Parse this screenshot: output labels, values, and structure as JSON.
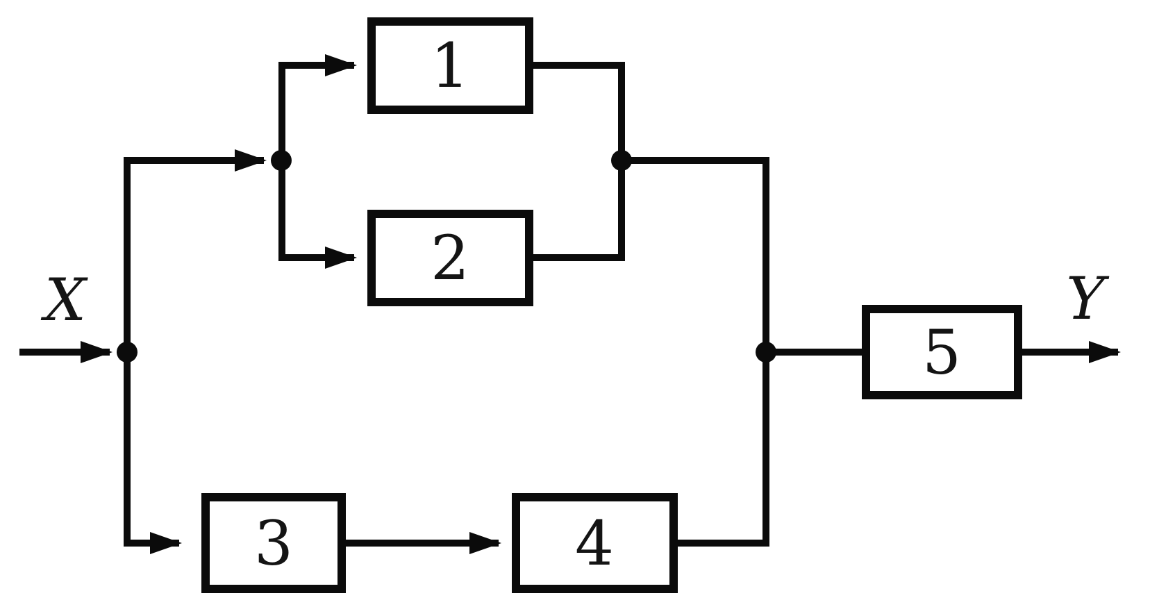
{
  "diagram": {
    "labels": {
      "input": "X",
      "output": "Y"
    },
    "blocks": [
      {
        "id": "1",
        "label": "1"
      },
      {
        "id": "2",
        "label": "2"
      },
      {
        "id": "3",
        "label": "3"
      },
      {
        "id": "4",
        "label": "4"
      },
      {
        "id": "5",
        "label": "5"
      }
    ],
    "junctions": [
      {
        "id": "input-split"
      },
      {
        "id": "parallel-split"
      },
      {
        "id": "parallel-merge"
      },
      {
        "id": "branch-merge"
      }
    ],
    "connections": [
      [
        "X",
        "input-split"
      ],
      [
        "input-split",
        "parallel-split"
      ],
      [
        "parallel-split",
        "1"
      ],
      [
        "parallel-split",
        "2"
      ],
      [
        "1",
        "parallel-merge"
      ],
      [
        "2",
        "parallel-merge"
      ],
      [
        "parallel-merge",
        "branch-merge"
      ],
      [
        "input-split",
        "3"
      ],
      [
        "3",
        "4"
      ],
      [
        "4",
        "branch-merge"
      ],
      [
        "branch-merge",
        "5"
      ],
      [
        "5",
        "Y"
      ]
    ],
    "colors": {
      "line": "#0b0b0b",
      "background": "#ffffff"
    }
  }
}
